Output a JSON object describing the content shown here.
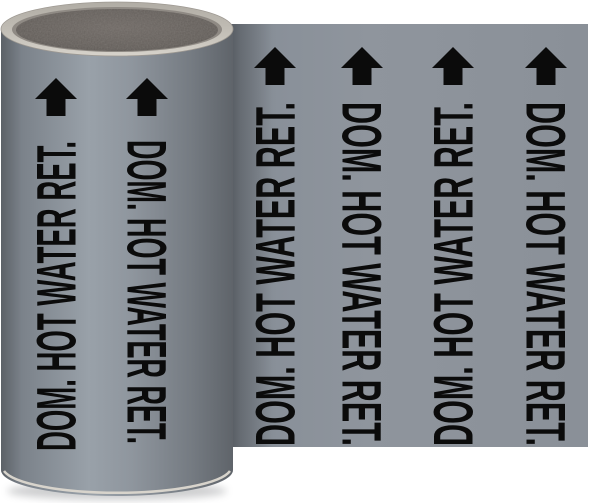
{
  "image": {
    "subject": "Roll of self-adhesive pipe marker tape, partially unrolled",
    "tape": {
      "label_text": "DOM. HOT WATER RET.",
      "label_repeats_visible": 6,
      "arrow_icon": "up-arrow",
      "arrow_count": 6,
      "columns": [
        {
          "surface": "roll",
          "text_direction": "bottom-to-top"
        },
        {
          "surface": "roll",
          "text_direction": "top-to-bottom"
        },
        {
          "surface": "flat",
          "text_direction": "bottom-to-top"
        },
        {
          "surface": "flat",
          "text_direction": "top-to-bottom"
        },
        {
          "surface": "flat",
          "text_direction": "bottom-to-top"
        },
        {
          "surface": "flat",
          "text_direction": "top-to-bottom"
        }
      ],
      "colors": {
        "tape_gray": "#8A9098",
        "text_black": "#0B0B0B",
        "core_dark": "#5E5855",
        "rim_light": "#CDC9C1",
        "edge_highlight": "#D8D4CC",
        "background": "#FFFFFF"
      }
    }
  }
}
